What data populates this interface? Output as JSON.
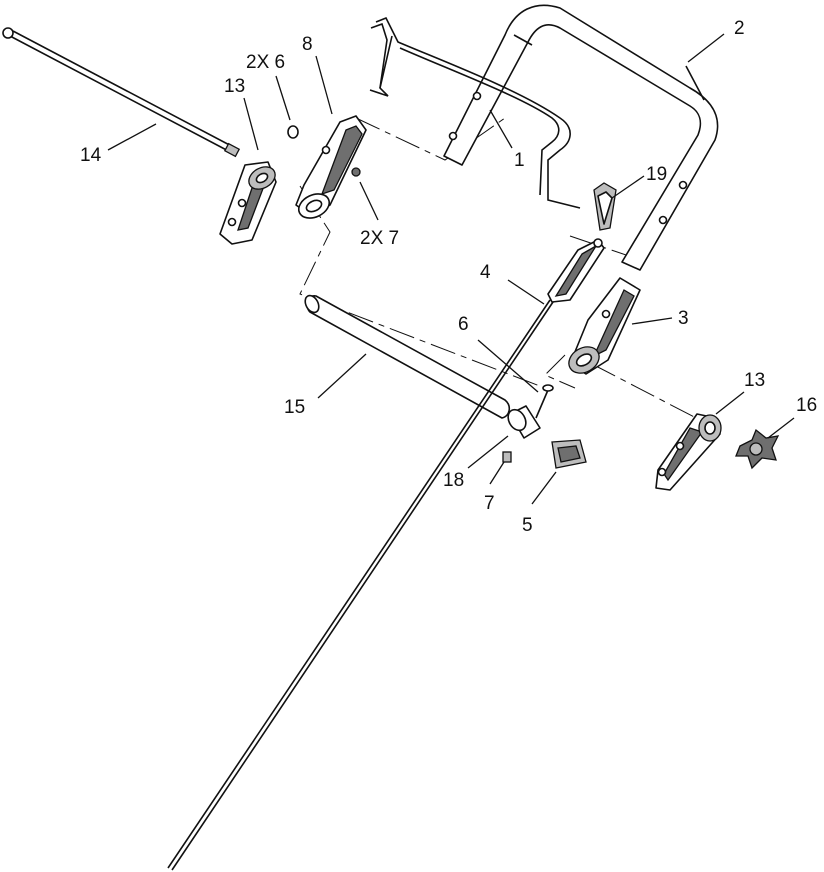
{
  "callouts": {
    "c1": "1",
    "c2": "2",
    "c3": "3",
    "c4": "4",
    "c5": "5",
    "c6": "6",
    "c7": "7",
    "c8": "8",
    "c13a": "13",
    "c13b": "13",
    "c14": "14",
    "c15": "15",
    "c16": "16",
    "c18": "18",
    "c19": "19",
    "c2x6": "2X 6",
    "c2x7": "2X 7"
  }
}
